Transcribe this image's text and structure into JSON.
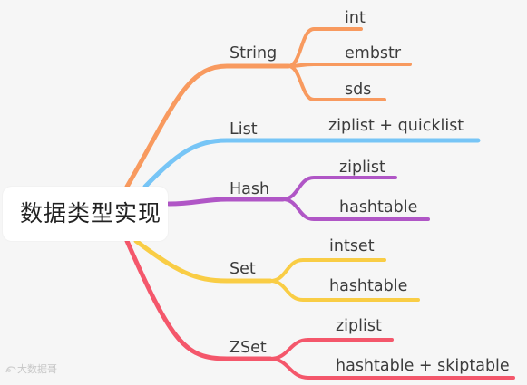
{
  "root": {
    "label": "数据类型实现"
  },
  "branches": [
    {
      "label": "String",
      "color": "#f89a5f",
      "leaves": [
        {
          "label": "int"
        },
        {
          "label": "embstr"
        },
        {
          "label": "sds"
        }
      ]
    },
    {
      "label": "List",
      "color": "#77c5f6",
      "leaves": [
        {
          "label": "ziplist + quicklist"
        }
      ]
    },
    {
      "label": "Hash",
      "color": "#b056c6",
      "leaves": [
        {
          "label": "ziplist"
        },
        {
          "label": "hashtable"
        }
      ]
    },
    {
      "label": "Set",
      "color": "#f9cd45",
      "leaves": [
        {
          "label": "intset"
        },
        {
          "label": "hashtable"
        }
      ]
    },
    {
      "label": "ZSet",
      "color": "#f4576b",
      "leaves": [
        {
          "label": "ziplist"
        },
        {
          "label": "hashtable + skiptable"
        }
      ]
    }
  ],
  "watermark": {
    "text": "大数据哥"
  }
}
